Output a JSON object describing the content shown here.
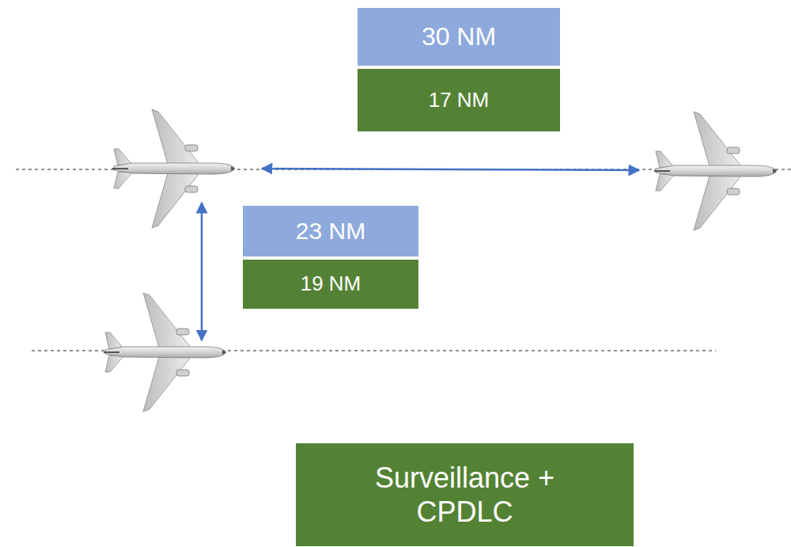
{
  "diagram": {
    "nodes": [
      {
        "text": [
          "30 NM"
        ]
      },
      {
        "text": [
          "17 NM"
        ]
      },
      {
        "text": [
          "23 NM"
        ]
      },
      {
        "text": [
          "19 NM"
        ]
      },
      {
        "text": [
          "Surveillance + CPDLC"
        ]
      }
    ]
  }
}
